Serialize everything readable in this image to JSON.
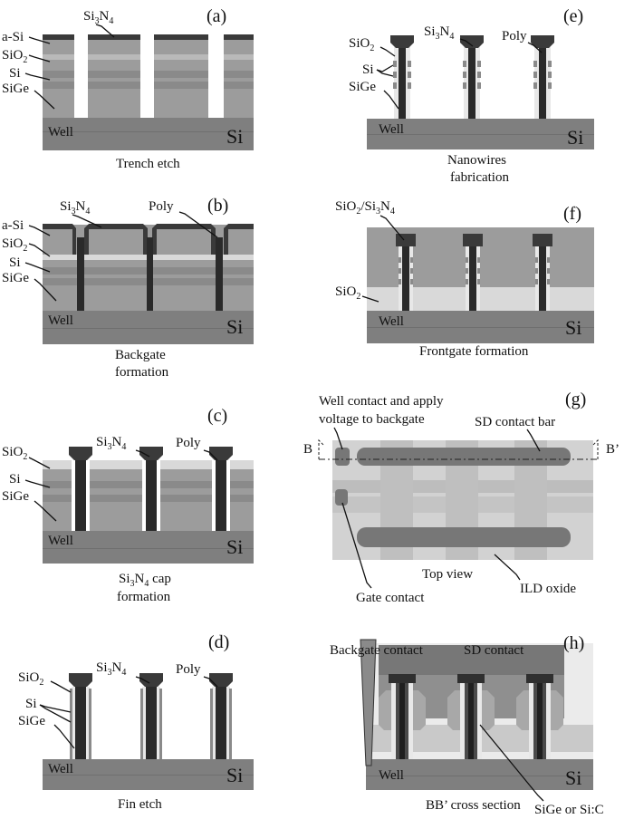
{
  "palette": {
    "substrate": "#7f7f7f",
    "substrate_edge": "#6f6f6f",
    "stack_mid": "#9c9c9c",
    "band_dark": "#8a8a8a",
    "band_light": "#b9b9b9",
    "oxide_light": "#d9d9d9",
    "wire_dark": "#2a2a2a",
    "cap_dark": "#3a3a3a",
    "liner_light": "#e8e8e8",
    "topview_bg": "#c9c9c9",
    "contact": "#777777"
  },
  "panels": {
    "a": {
      "tag": "(a)",
      "caption": "Trench etch",
      "labels": {
        "asi": "a-Si",
        "sio2": "SiO",
        "si": "Si",
        "sige": "SiGe",
        "si3n4_a": "Si",
        "si3n4_b": "N",
        "well": "Well",
        "sub": "Si"
      },
      "subs": {
        "sio2": "2",
        "si3n4_a": "3",
        "si3n4_b": "4"
      }
    },
    "b": {
      "tag": "(b)",
      "caption_1": "Backgate",
      "caption_2": "formation",
      "labels": {
        "asi": "a-Si",
        "sio2": "SiO",
        "si": "Si",
        "sige": "SiGe",
        "si3n4_a": "Si",
        "si3n4_b": "N",
        "poly": "Poly",
        "well": "Well",
        "sub": "Si"
      },
      "subs": {
        "sio2": "2",
        "si3n4_a": "3",
        "si3n4_b": "4"
      }
    },
    "c": {
      "tag": "(c)",
      "caption_1a": "Si",
      "caption_1b": "N",
      "caption_1c": " cap",
      "caption_2": "formation",
      "labels": {
        "sio2": "SiO",
        "si": "Si",
        "sige": "SiGe",
        "si3n4_a": "Si",
        "si3n4_b": "N",
        "poly": "Poly",
        "well": "Well",
        "sub": "Si"
      },
      "subs": {
        "sio2": "2",
        "si3n4_a": "3",
        "si3n4_b": "4",
        "cap_a": "3",
        "cap_b": "4"
      }
    },
    "d": {
      "tag": "(d)",
      "caption": "Fin etch",
      "labels": {
        "sio2": "SiO",
        "si": "Si",
        "sige": "SiGe",
        "si3n4_a": "Si",
        "si3n4_b": "N",
        "poly": "Poly",
        "well": "Well",
        "sub": "Si"
      },
      "subs": {
        "sio2": "2",
        "si3n4_a": "3",
        "si3n4_b": "4"
      }
    },
    "e": {
      "tag": "(e)",
      "caption_1": "Nanowires",
      "caption_2": "fabrication",
      "labels": {
        "sio2": "SiO",
        "si": "Si",
        "sige": "SiGe",
        "si3n4_a": "Si",
        "si3n4_b": "N",
        "poly": "Poly",
        "well": "Well",
        "sub": "Si"
      },
      "subs": {
        "sio2": "2",
        "si3n4_a": "3",
        "si3n4_b": "4"
      }
    },
    "f": {
      "tag": "(f)",
      "caption": "Frontgate formation",
      "labels": {
        "top_a": "SiO",
        "top_b": "/Si",
        "top_c": "N",
        "sio2": "SiO",
        "well": "Well",
        "sub": "Si"
      },
      "subs": {
        "top_a": "2",
        "top_b": "3",
        "top_c": "4",
        "sio2": "2"
      }
    },
    "g": {
      "tag": "(g)",
      "labels": {
        "well_contact_1": "Well contact and apply",
        "well_contact_2": "voltage to backgate",
        "sd_bar": "SD contact bar",
        "b_left": "B",
        "b_right": "B’",
        "top_view": "Top view",
        "gate_contact": "Gate contact",
        "ild": "ILD oxide"
      }
    },
    "h": {
      "tag": "(h)",
      "caption": "BB’ cross section",
      "labels": {
        "backgate": "Backgate contact",
        "sd": "SD contact",
        "well": "Well",
        "sub": "Si",
        "sige_c": "SiGe or Si:C"
      }
    }
  }
}
